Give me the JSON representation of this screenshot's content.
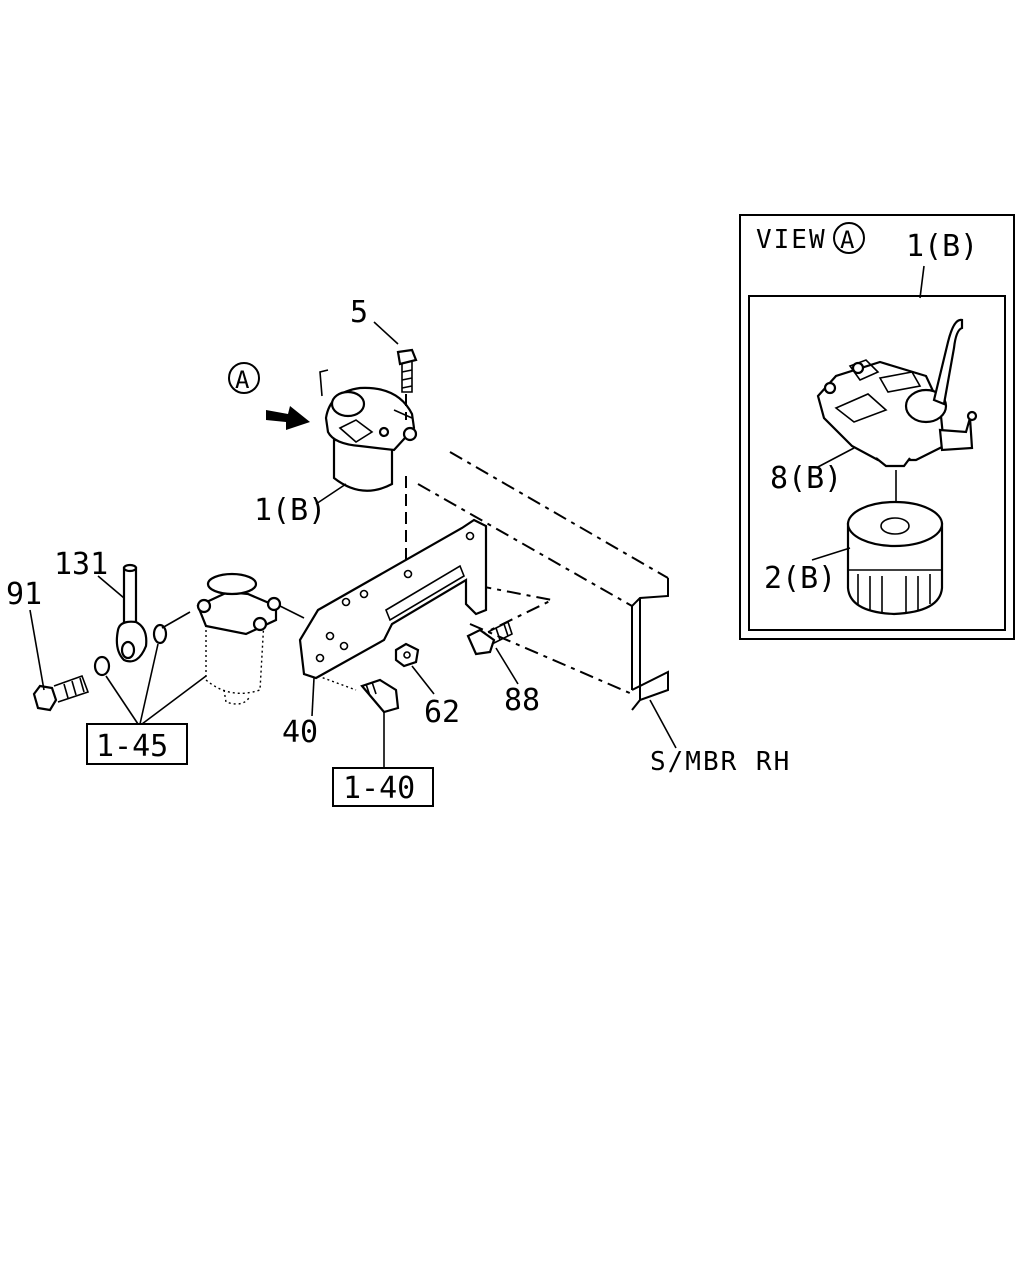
{
  "diagram": {
    "labels": {
      "part_5": "5",
      "view_marker": "A",
      "part_1b_main": "1(B)",
      "part_131": "131",
      "part_91": "91",
      "part_40": "40",
      "part_62": "62",
      "part_88": "88",
      "ref_1_45": "1-45",
      "ref_1_40": "1-40",
      "frame_label": "S/MBR RH"
    },
    "inset": {
      "title_prefix": "VIEW",
      "title_marker": "A",
      "part_1b": "1(B)",
      "part_8b": "8(B)",
      "part_2b": "2(B)"
    }
  }
}
